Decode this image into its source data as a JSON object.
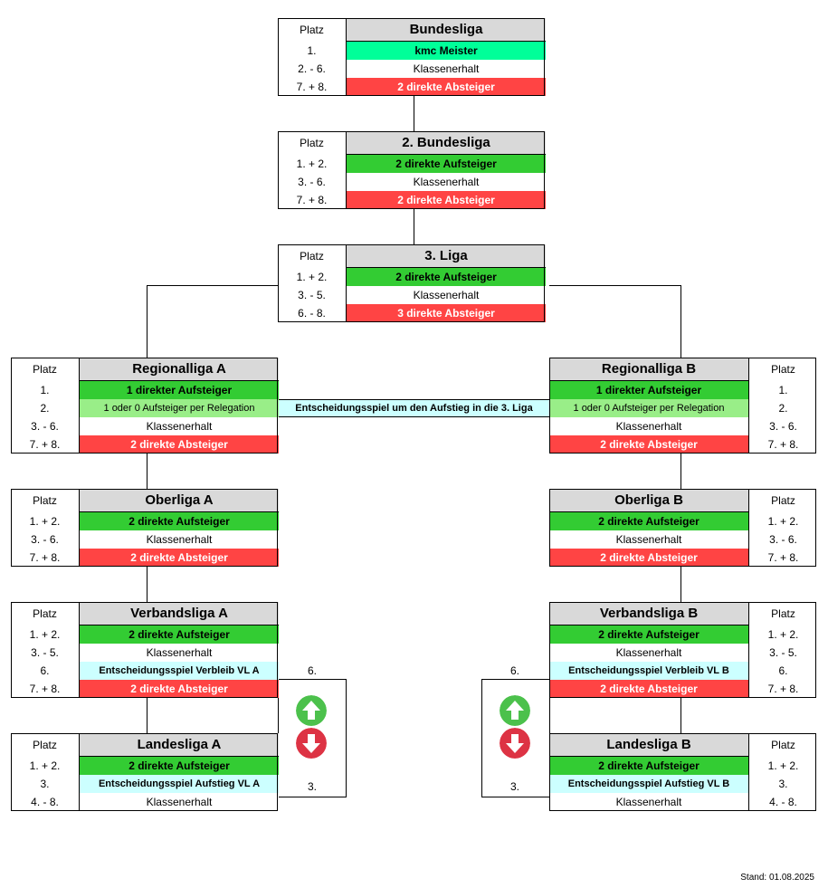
{
  "platz_label": "Platz",
  "bridge_text": "Entscheidungsspiel um den Aufstieg in die 3. Liga",
  "stand": "Stand: 01.08.2025",
  "colors": {
    "gruen": "#33cc33",
    "mint": "#00ff99",
    "hellgruen": "#99ee88",
    "rot": "#ff4444",
    "cyan": "#ccffff",
    "header": "#d9d9d9",
    "pfeil_hoch": "#4cc14c",
    "pfeil_runter": "#dd3344"
  },
  "leagues": {
    "bundesliga": {
      "name": "Bundesliga",
      "rows": [
        {
          "pos": "1.",
          "status": "kmc Meister",
          "style": "mint"
        },
        {
          "pos": "2. - 6.",
          "status": "Klassenerhalt",
          "style": "weiss"
        },
        {
          "pos": "7. + 8.",
          "status": "2 direkte Absteiger",
          "style": "rot"
        }
      ]
    },
    "bundesliga2": {
      "name": "2. Bundesliga",
      "rows": [
        {
          "pos": "1. + 2.",
          "status": "2 direkte Aufsteiger",
          "style": "gruen"
        },
        {
          "pos": "3. - 6.",
          "status": "Klassenerhalt",
          "style": "weiss"
        },
        {
          "pos": "7. + 8.",
          "status": "2 direkte Absteiger",
          "style": "rot"
        }
      ]
    },
    "liga3": {
      "name": "3. Liga",
      "rows": [
        {
          "pos": "1. + 2.",
          "status": "2 direkte Aufsteiger",
          "style": "gruen"
        },
        {
          "pos": "3. - 5.",
          "status": "Klassenerhalt",
          "style": "weiss"
        },
        {
          "pos": "6. - 8.",
          "status": "3 direkte Absteiger",
          "style": "rot"
        }
      ]
    },
    "regionalligaA": {
      "name": "Regionalliga A",
      "rows": [
        {
          "pos": "1.",
          "status": "1 direkter Aufsteiger",
          "style": "gruen"
        },
        {
          "pos": "2.",
          "status": "1 oder 0 Aufsteiger per Relegation",
          "style": "hellgruen"
        },
        {
          "pos": "3. - 6.",
          "status": "Klassenerhalt",
          "style": "weiss"
        },
        {
          "pos": "7. + 8.",
          "status": "2 direkte Absteiger",
          "style": "rot"
        }
      ]
    },
    "regionalligaB": {
      "name": "Regionalliga B",
      "rows": [
        {
          "pos": "1.",
          "status": "1 direkter Aufsteiger",
          "style": "gruen"
        },
        {
          "pos": "2.",
          "status": "1 oder 0 Aufsteiger per Relegation",
          "style": "hellgruen"
        },
        {
          "pos": "3. - 6.",
          "status": "Klassenerhalt",
          "style": "weiss"
        },
        {
          "pos": "7. + 8.",
          "status": "2 direkte Absteiger",
          "style": "rot"
        }
      ]
    },
    "oberligaA": {
      "name": "Oberliga A",
      "rows": [
        {
          "pos": "1. + 2.",
          "status": "2 direkte Aufsteiger",
          "style": "gruen"
        },
        {
          "pos": "3. - 6.",
          "status": "Klassenerhalt",
          "style": "weiss"
        },
        {
          "pos": "7. + 8.",
          "status": "2 direkte Absteiger",
          "style": "rot"
        }
      ]
    },
    "oberligaB": {
      "name": "Oberliga B",
      "rows": [
        {
          "pos": "1. + 2.",
          "status": "2 direkte Aufsteiger",
          "style": "gruen"
        },
        {
          "pos": "3. - 6.",
          "status": "Klassenerhalt",
          "style": "weiss"
        },
        {
          "pos": "7. + 8.",
          "status": "2 direkte Absteiger",
          "style": "rot"
        }
      ]
    },
    "verbandsligaA": {
      "name": "Verbandsliga A",
      "rows": [
        {
          "pos": "1. + 2.",
          "status": "2 direkte Aufsteiger",
          "style": "gruen"
        },
        {
          "pos": "3. - 5.",
          "status": "Klassenerhalt",
          "style": "weiss"
        },
        {
          "pos": "6.",
          "status": "Entscheidungsspiel Verbleib VL A",
          "style": "cyan"
        },
        {
          "pos": "7. + 8.",
          "status": "2 direkte Absteiger",
          "style": "rot"
        }
      ]
    },
    "verbandsligaB": {
      "name": "Verbandsliga B",
      "rows": [
        {
          "pos": "1. + 2.",
          "status": "2 direkte Aufsteiger",
          "style": "gruen"
        },
        {
          "pos": "3. - 5.",
          "status": "Klassenerhalt",
          "style": "weiss"
        },
        {
          "pos": "6.",
          "status": "Entscheidungsspiel Verbleib VL B",
          "style": "cyan"
        },
        {
          "pos": "7. + 8.",
          "status": "2 direkte Absteiger",
          "style": "rot"
        }
      ]
    },
    "landesligaA": {
      "name": "Landesliga A",
      "rows": [
        {
          "pos": "1. + 2.",
          "status": "2 direkte Aufsteiger",
          "style": "gruen"
        },
        {
          "pos": "3.",
          "status": "Entscheidungsspiel Aufstieg VL A",
          "style": "cyan"
        },
        {
          "pos": "4. - 8.",
          "status": "Klassenerhalt",
          "style": "weiss"
        }
      ]
    },
    "landesligaB": {
      "name": "Landesliga B",
      "rows": [
        {
          "pos": "1. + 2.",
          "status": "2 direkte Aufsteiger",
          "style": "gruen"
        },
        {
          "pos": "3.",
          "status": "Entscheidungsspiel Aufstieg VL B",
          "style": "cyan"
        },
        {
          "pos": "4. - 8.",
          "status": "Klassenerhalt",
          "style": "weiss"
        }
      ]
    }
  },
  "relegation_left": {
    "top_label": "6.",
    "bottom_label": "3."
  },
  "relegation_right": {
    "top_label": "6.",
    "bottom_label": "3."
  }
}
